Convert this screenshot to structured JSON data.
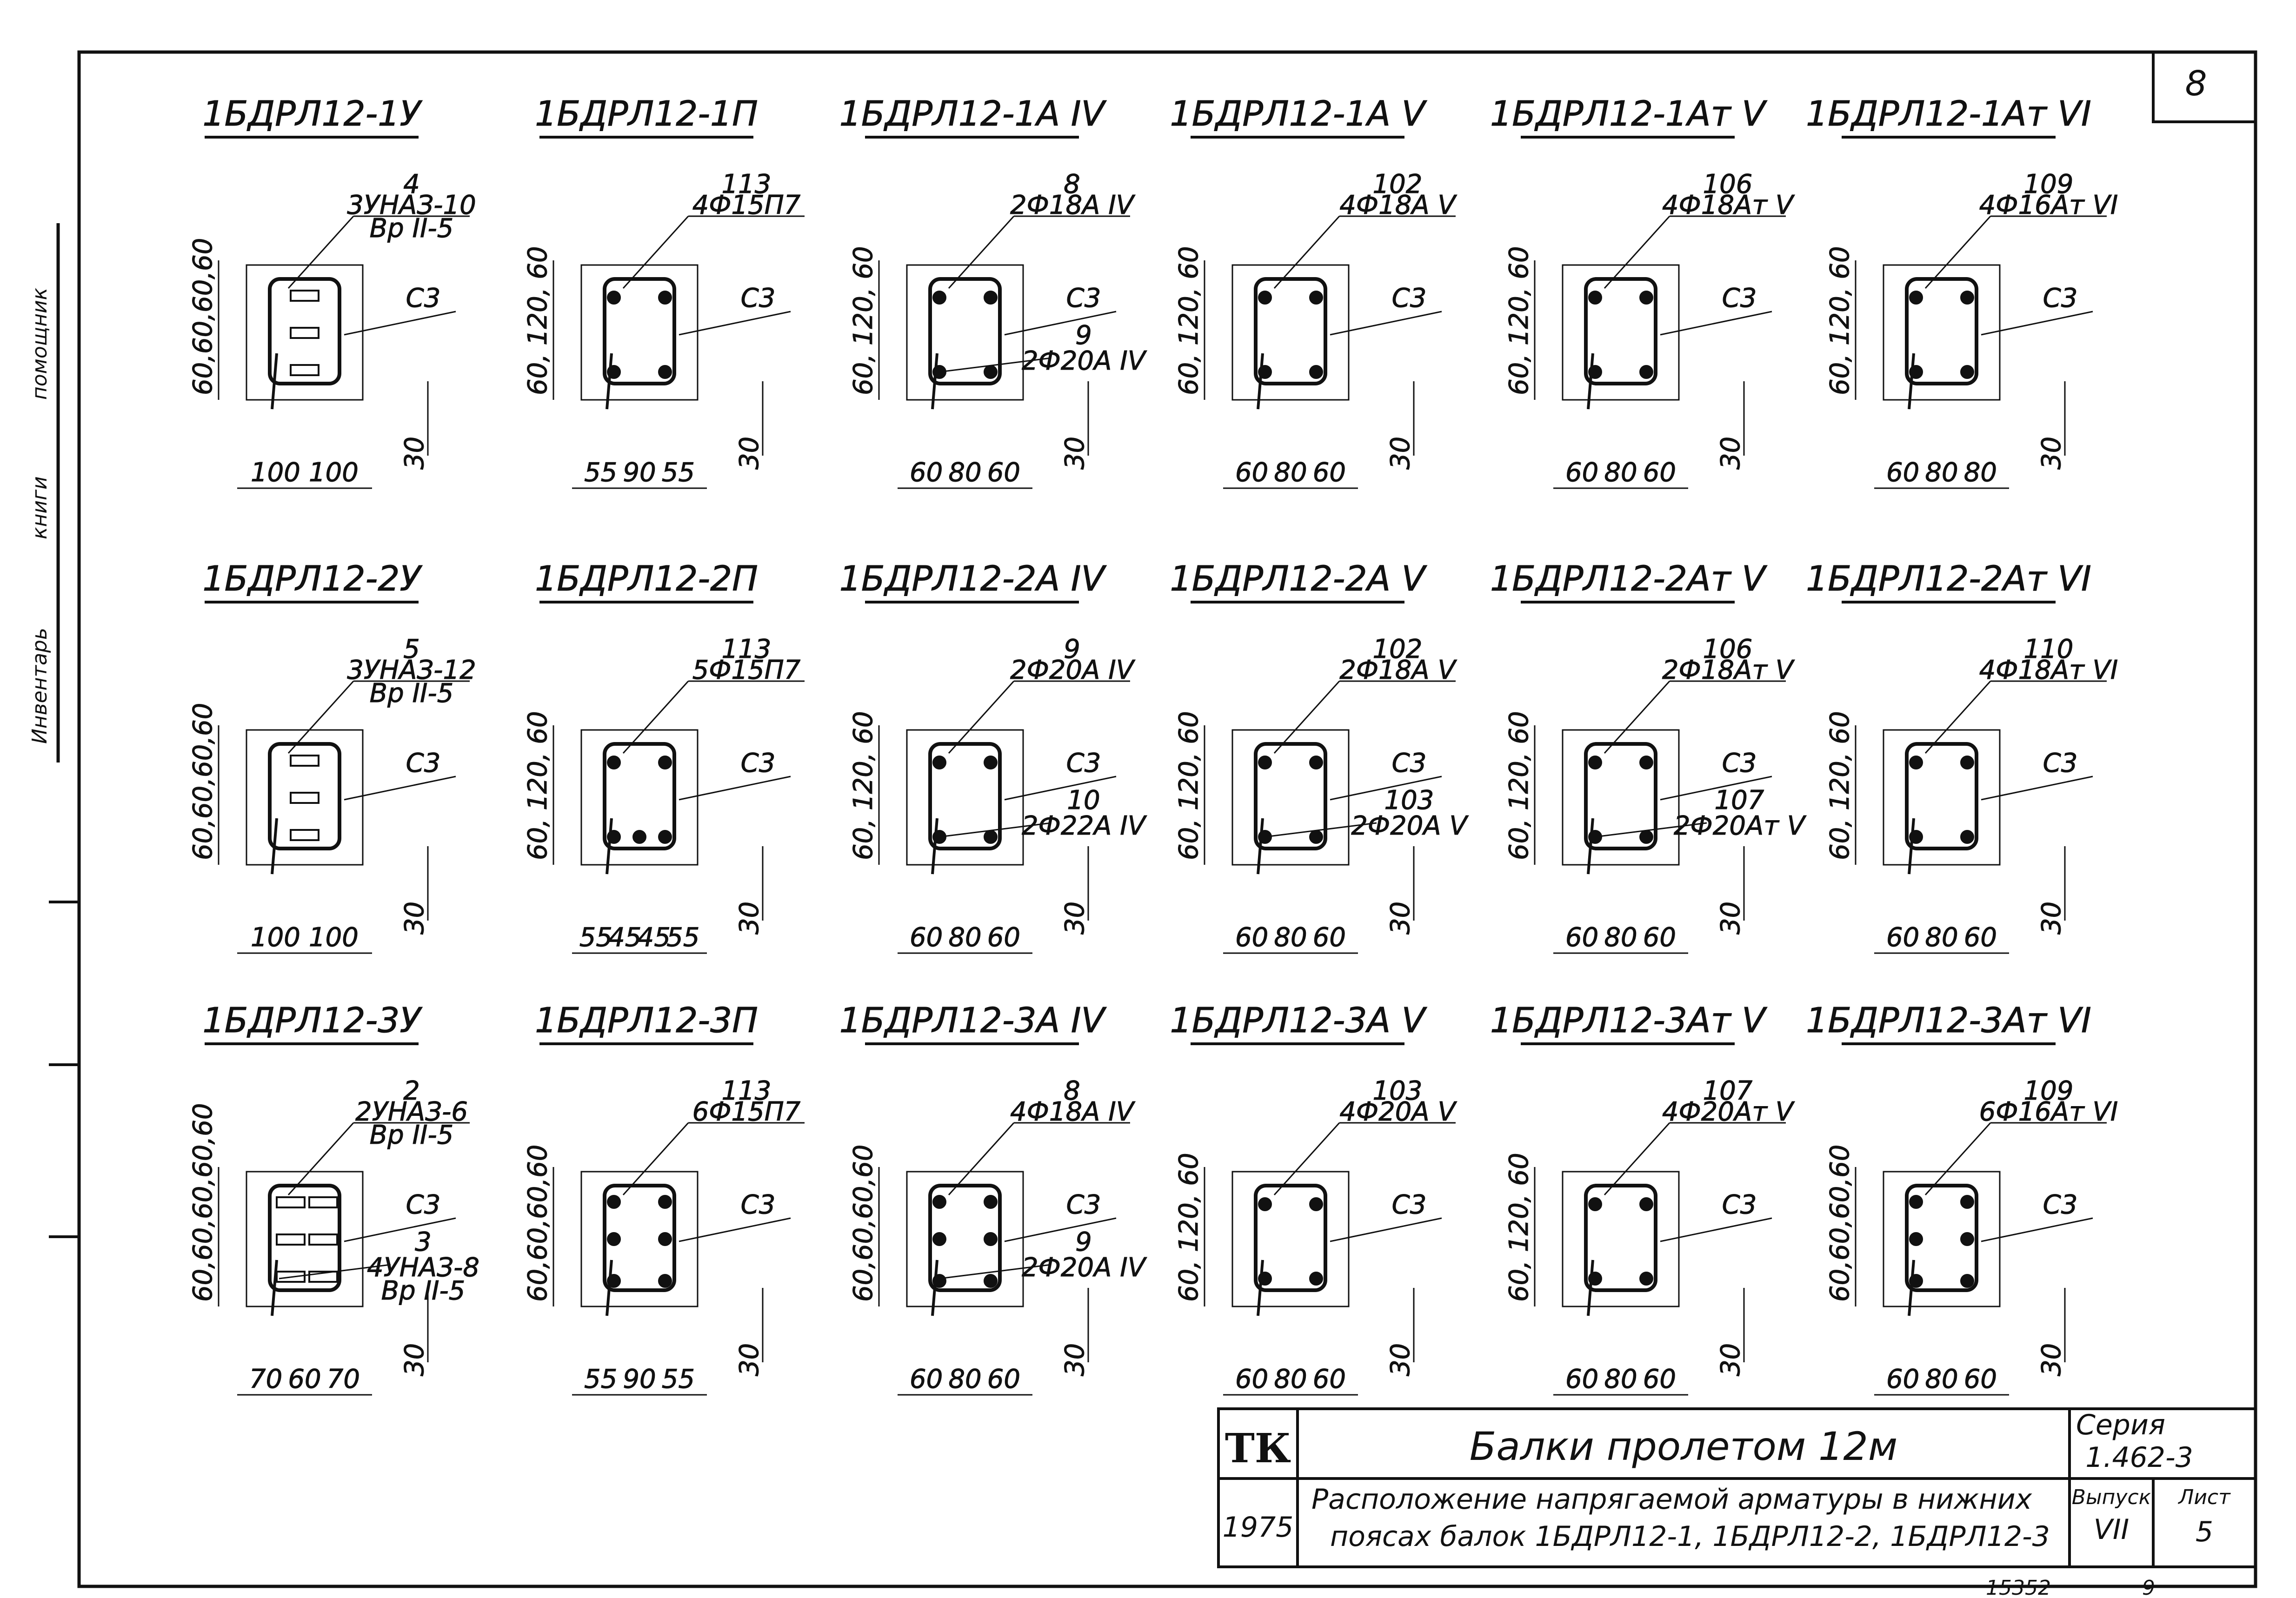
{
  "sheet_number": "8",
  "margin_labels": [
    "Инвентарь",
    "книги",
    "помощник"
  ],
  "common": {
    "c3": "С3"
  },
  "sections": [
    {
      "title": "1БДРЛ12-1У",
      "callout_top": {
        "no": "4",
        "spec": "3УНАЗ-10",
        "sub": "Вр II-5"
      },
      "dims_v": "60,60,60,60",
      "dims_b": [
        "100",
        "100"
      ],
      "dim_30": "30",
      "extra_callout": null,
      "layout": "wire3"
    },
    {
      "title": "1БДРЛ12-1П",
      "callout_top": {
        "no": "113",
        "spec": "4Ф15П7",
        "sub": ""
      },
      "dims_v": "60, 120, 60",
      "dims_b": [
        "55",
        "90",
        "55"
      ],
      "dim_30": "30",
      "extra_callout": null,
      "layout": "bars4"
    },
    {
      "title": "1БДРЛ12-1А IV",
      "callout_top": {
        "no": "8",
        "spec": "2Ф18А IV",
        "sub": ""
      },
      "dims_v": "60, 120, 60",
      "dims_b": [
        "60",
        "80",
        "60"
      ],
      "dim_30": "30",
      "extra_callout": {
        "no": "9",
        "spec": "2Ф20А IV"
      },
      "layout": "bars4"
    },
    {
      "title": "1БДРЛ12-1А V",
      "callout_top": {
        "no": "102",
        "spec": "4Ф18А V",
        "sub": ""
      },
      "dims_v": "60, 120, 60",
      "dims_b": [
        "60",
        "80",
        "60"
      ],
      "dim_30": "30",
      "extra_callout": null,
      "layout": "bars4"
    },
    {
      "title": "1БДРЛ12-1Ат V",
      "callout_top": {
        "no": "106",
        "spec": "4Ф18Ат V",
        "sub": ""
      },
      "dims_v": "60, 120, 60",
      "dims_b": [
        "60",
        "80",
        "60"
      ],
      "dim_30": "30",
      "extra_callout": null,
      "layout": "bars4"
    },
    {
      "title": "1БДРЛ12-1Ат VI",
      "callout_top": {
        "no": "109",
        "spec": "4Ф16Ат VI",
        "sub": ""
      },
      "dims_v": "60, 120, 60",
      "dims_b": [
        "60",
        "80",
        "80"
      ],
      "dim_30": "30",
      "extra_callout": null,
      "layout": "bars4"
    },
    {
      "title": "1БДРЛ12-2У",
      "callout_top": {
        "no": "5",
        "spec": "3УНАЗ-12",
        "sub": "Вр II-5"
      },
      "dims_v": "60,60,60,60",
      "dims_b": [
        "100",
        "100"
      ],
      "dim_30": "30",
      "extra_callout": null,
      "layout": "wire3"
    },
    {
      "title": "1БДРЛ12-2П",
      "callout_top": {
        "no": "113",
        "spec": "5Ф15П7",
        "sub": ""
      },
      "dims_v": "60, 120, 60",
      "dims_b": [
        "55",
        "45",
        "45",
        "55"
      ],
      "dim_30": "30",
      "extra_callout": null,
      "layout": "bars5"
    },
    {
      "title": "1БДРЛ12-2А IV",
      "callout_top": {
        "no": "9",
        "spec": "2Ф20А IV",
        "sub": ""
      },
      "dims_v": "60, 120, 60",
      "dims_b": [
        "60",
        "80",
        "60"
      ],
      "dim_30": "30",
      "extra_callout": {
        "no": "10",
        "spec": "2Ф22А IV"
      },
      "layout": "bars4"
    },
    {
      "title": "1БДРЛ12-2А V",
      "callout_top": {
        "no": "102",
        "spec": "2Ф18А V",
        "sub": ""
      },
      "dims_v": "60, 120, 60",
      "dims_b": [
        "60",
        "80",
        "60"
      ],
      "dim_30": "30",
      "extra_callout": {
        "no": "103",
        "spec": "2Ф20А V"
      },
      "layout": "bars4"
    },
    {
      "title": "1БДРЛ12-2Ат V",
      "callout_top": {
        "no": "106",
        "spec": "2Ф18Ат V",
        "sub": ""
      },
      "dims_v": "60, 120, 60",
      "dims_b": [
        "60",
        "80",
        "60"
      ],
      "dim_30": "30",
      "extra_callout": {
        "no": "107",
        "spec": "2Ф20Ат V"
      },
      "layout": "bars4"
    },
    {
      "title": "1БДРЛ12-2Ат VI",
      "callout_top": {
        "no": "110",
        "spec": "4Ф18Ат VI",
        "sub": ""
      },
      "dims_v": "60, 120, 60",
      "dims_b": [
        "60",
        "80",
        "60"
      ],
      "dim_30": "30",
      "extra_callout": null,
      "layout": "bars4"
    },
    {
      "title": "1БДРЛ12-3У",
      "callout_top": {
        "no": "2",
        "spec": "2УНАЗ-6",
        "sub": "Вр II-5"
      },
      "dims_v": "60,60,60,60,60",
      "dims_b": [
        "70",
        "60",
        "70"
      ],
      "dim_30": "30",
      "extra_callout": {
        "no": "3",
        "spec": "4УНАЗ-8",
        "sub": "Вр II-5"
      },
      "layout": "wire6"
    },
    {
      "title": "1БДРЛ12-3П",
      "callout_top": {
        "no": "113",
        "spec": "6Ф15П7",
        "sub": ""
      },
      "dims_v": "60,60,60,60",
      "dims_b": [
        "55",
        "90",
        "55"
      ],
      "dim_30": "30",
      "extra_callout": null,
      "layout": "bars6"
    },
    {
      "title": "1БДРЛ12-3А IV",
      "callout_top": {
        "no": "8",
        "spec": "4Ф18А IV",
        "sub": ""
      },
      "dims_v": "60,60,60,60",
      "dims_b": [
        "60",
        "80",
        "60"
      ],
      "dim_30": "30",
      "extra_callout": {
        "no": "9",
        "spec": "2Ф20А IV"
      },
      "layout": "bars6"
    },
    {
      "title": "1БДРЛ12-3А V",
      "callout_top": {
        "no": "103",
        "spec": "4Ф20А V",
        "sub": ""
      },
      "dims_v": "60, 120, 60",
      "dims_b": [
        "60",
        "80",
        "60"
      ],
      "dim_30": "30",
      "extra_callout": null,
      "layout": "bars4"
    },
    {
      "title": "1БДРЛ12-3Ат V",
      "callout_top": {
        "no": "107",
        "spec": "4Ф20Ат V",
        "sub": ""
      },
      "dims_v": "60, 120, 60",
      "dims_b": [
        "60",
        "80",
        "60"
      ],
      "dim_30": "30",
      "extra_callout": null,
      "layout": "bars4"
    },
    {
      "title": "1БДРЛ12-3Ат VI",
      "callout_top": {
        "no": "109",
        "spec": "6Ф16Ат VI",
        "sub": ""
      },
      "dims_v": "60,60,60,60",
      "dims_b": [
        "60",
        "80",
        "60"
      ],
      "dim_30": "30",
      "extra_callout": null,
      "layout": "bars6"
    }
  ],
  "title_block": {
    "tk": "ТК",
    "year": "1975",
    "title": "Балки пролетом 12м",
    "subtitle_1": "Расположение напрягаемой арматуры в нижних",
    "subtitle_2": "поясах балок 1БДРЛ12-1, 1БДРЛ12-2, 1БДРЛ12-3",
    "series_label": "Серия",
    "series_value": "1.462-3",
    "issue_label": "Выпуск",
    "issue_value": "VII",
    "sheet_label": "Лист",
    "sheet_value": "5"
  },
  "footer": {
    "doc_no": "15352",
    "page": "9"
  }
}
